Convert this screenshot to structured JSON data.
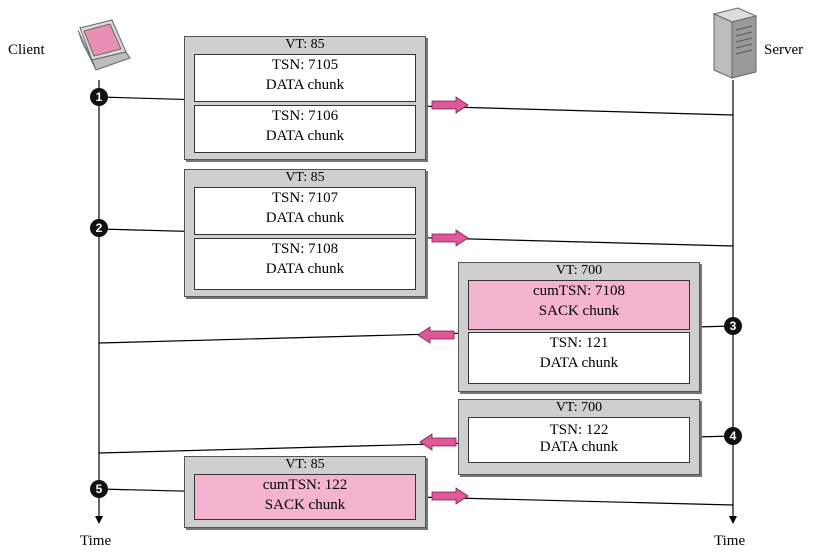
{
  "client_label": "Client",
  "server_label": "Server",
  "time_label_client": "Time",
  "time_label_server": "Time",
  "steps": [
    "1",
    "2",
    "3",
    "4",
    "5"
  ],
  "packets": [
    {
      "vt": "VT: 85",
      "chunks": [
        {
          "line1": "TSN: 7105",
          "line2": "DATA chunk"
        },
        {
          "line1": "TSN: 7106",
          "line2": "DATA chunk"
        }
      ]
    },
    {
      "vt": "VT: 85",
      "chunks": [
        {
          "line1": "TSN: 7107",
          "line2": "DATA chunk"
        },
        {
          "line1": "TSN: 7108",
          "line2": "DATA chunk"
        }
      ]
    },
    {
      "vt": "VT: 700",
      "chunks": [
        {
          "line1": "cumTSN: 7108",
          "line2": "SACK chunk"
        },
        {
          "line1": "TSN: 121",
          "line2": "DATA chunk"
        }
      ]
    },
    {
      "vt": "VT: 700",
      "chunks": [
        {
          "line1": "TSN: 122",
          "line2": "DATA chunk"
        }
      ]
    },
    {
      "vt": "VT: 85",
      "chunks": [
        {
          "line1": "cumTSN: 122",
          "line2": "SACK chunk"
        }
      ]
    }
  ],
  "colors": {
    "packet_bg": "#cfcfcf",
    "sack_chunk": "#f4b3cf",
    "arrow": "#e0589a"
  },
  "icons": {
    "client": "laptop-icon",
    "server": "server-icon"
  }
}
